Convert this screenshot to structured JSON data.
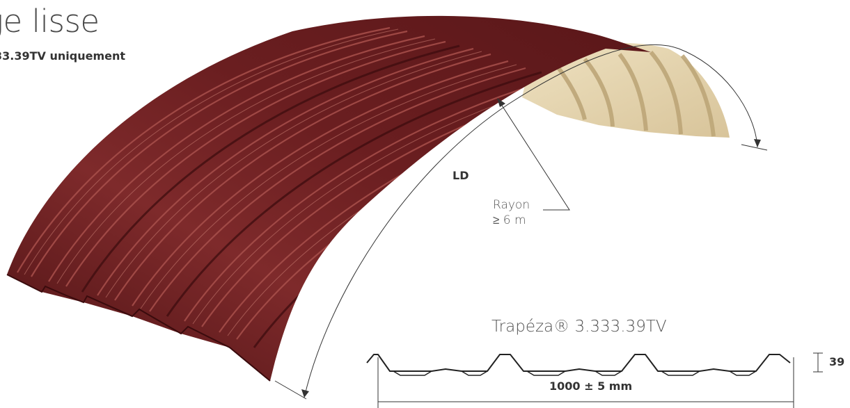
{
  "title": "ge lisse",
  "subtitle": "33.39TV uniquement",
  "labels": {
    "ld": "LD",
    "rayon_line1": "Rayon",
    "rayon_line2": "≥ 6 m",
    "profile_name": "Trapéza® 3.333.39TV",
    "height": "39",
    "width": "1000 ± 5 mm"
  },
  "colors": {
    "sheet_dark": "#5a1618",
    "sheet_mid": "#7a2428",
    "sheet_light": "#a54a48",
    "underside": "#e6d6b0",
    "underside_rib": "#c9b48a",
    "line": "#333333"
  }
}
